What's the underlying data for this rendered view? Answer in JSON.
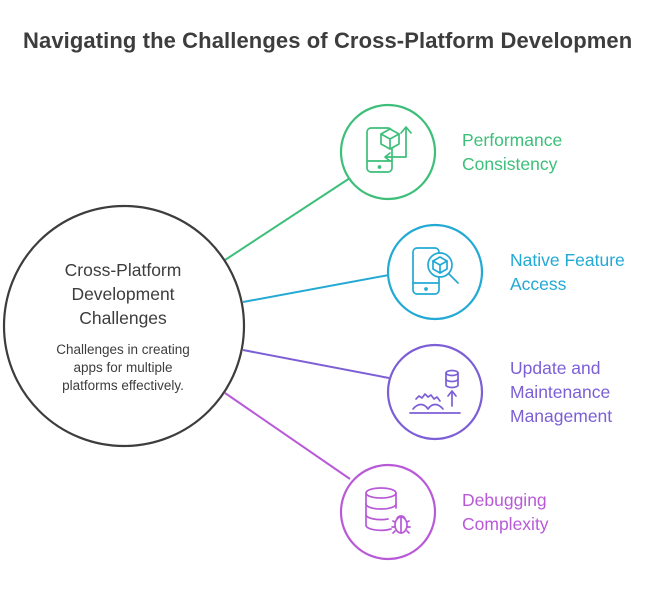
{
  "title": "Navigating the Challenges of Cross-Platform Developmen",
  "central": {
    "title_lines": [
      "Cross-Platform",
      "Development",
      "Challenges"
    ],
    "description_lines": [
      "Challenges in creating",
      "apps for multiple",
      "platforms effectively."
    ]
  },
  "branches": [
    {
      "label_lines": [
        "Performance",
        "Consistency"
      ],
      "color": "#3dbf7a",
      "icon": "phone-cube-sync-icon"
    },
    {
      "label_lines": [
        "Native Feature",
        "Access"
      ],
      "color": "#22a9d4",
      "icon": "phone-search-cube-icon"
    },
    {
      "label_lines": [
        "Update and",
        "Maintenance",
        "Management"
      ],
      "color": "#7c5fd6",
      "icon": "database-update-gears-icon"
    },
    {
      "label_lines": [
        "Debugging",
        "Complexity"
      ],
      "color": "#b85ad8",
      "icon": "database-bug-icon"
    }
  ]
}
